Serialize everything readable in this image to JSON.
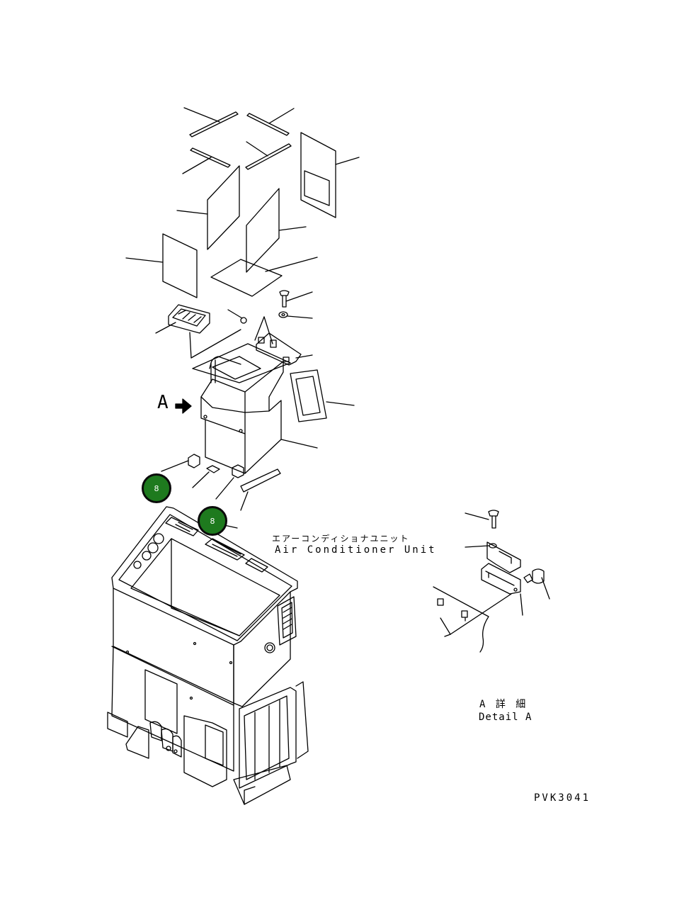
{
  "labels": {
    "view_marker": "A",
    "title_jp": "エアーコンディショナユニット",
    "title_en": "Air Conditioner Unit",
    "detail_jp": "A 詳 細",
    "detail_en": "Detail A",
    "drawing_code": "PVK3041"
  },
  "callouts": [
    {
      "number": "8"
    },
    {
      "number": "8"
    }
  ],
  "colors": {
    "callout_fill": "#1e7a1e",
    "line": "#000000",
    "background": "#ffffff"
  }
}
